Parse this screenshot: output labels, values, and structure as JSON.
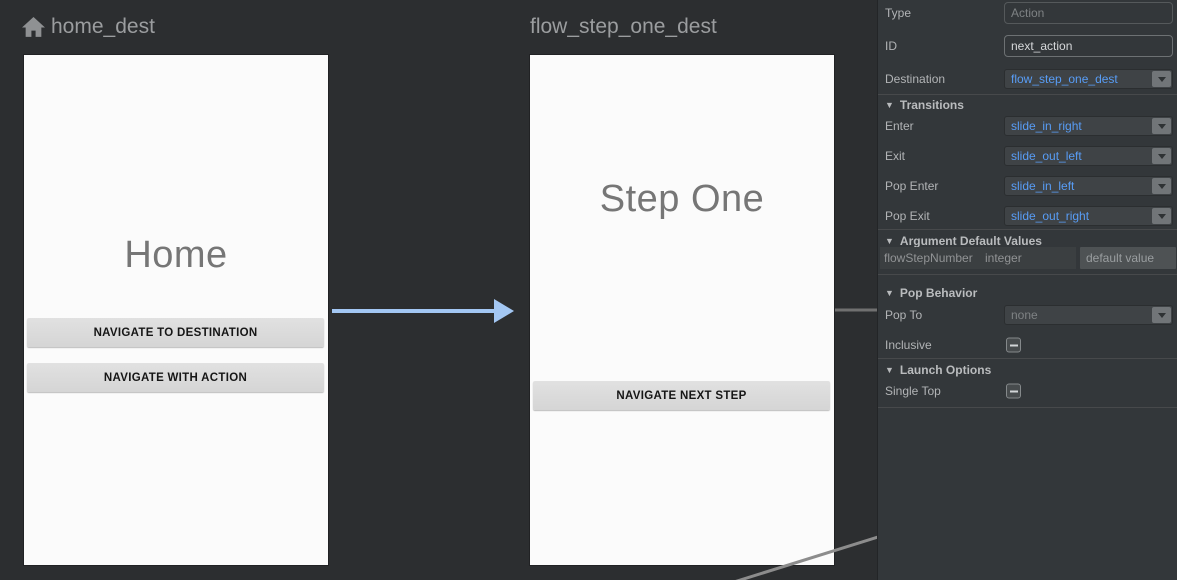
{
  "canvas": {
    "destinations": [
      {
        "title": "home_dest",
        "icon": "home-icon",
        "is_start": true,
        "screen_title": "Home",
        "buttons": [
          "NAVIGATE TO DESTINATION",
          "NAVIGATE WITH ACTION"
        ]
      },
      {
        "title": "flow_step_one_dest",
        "screen_title": "Step One",
        "buttons": [
          "NAVIGATE NEXT STEP"
        ]
      }
    ],
    "action_arrow_color": "#a3c7f3",
    "partial_edge_color": "#8c8c8c"
  },
  "panel": {
    "fields": {
      "type": {
        "label": "Type",
        "placeholder": "Action"
      },
      "id": {
        "label": "ID",
        "value": "next_action"
      },
      "destination": {
        "label": "Destination",
        "value": "flow_step_one_dest"
      }
    },
    "sections": {
      "transitions": {
        "title": "Transitions",
        "rows": [
          {
            "label": "Enter",
            "value": "slide_in_right"
          },
          {
            "label": "Exit",
            "value": "slide_out_left"
          },
          {
            "label": "Pop Enter",
            "value": "slide_in_left"
          },
          {
            "label": "Pop Exit",
            "value": "slide_out_right"
          }
        ]
      },
      "argument_defaults": {
        "title": "Argument Default Values",
        "rows": [
          {
            "name": "flowStepNumber",
            "type": "integer",
            "placeholder": "default value"
          }
        ]
      },
      "pop_behavior": {
        "title": "Pop Behavior",
        "pop_to": {
          "label": "Pop To",
          "placeholder": "none"
        },
        "inclusive": {
          "label": "Inclusive",
          "state": "indeterminate"
        }
      },
      "launch_options": {
        "title": "Launch Options",
        "single_top": {
          "label": "Single Top",
          "state": "indeterminate"
        }
      }
    },
    "colors": {
      "link_blue": "#589df6",
      "panel_bg": "#33373a",
      "canvas_bg": "#2c2e30"
    }
  }
}
